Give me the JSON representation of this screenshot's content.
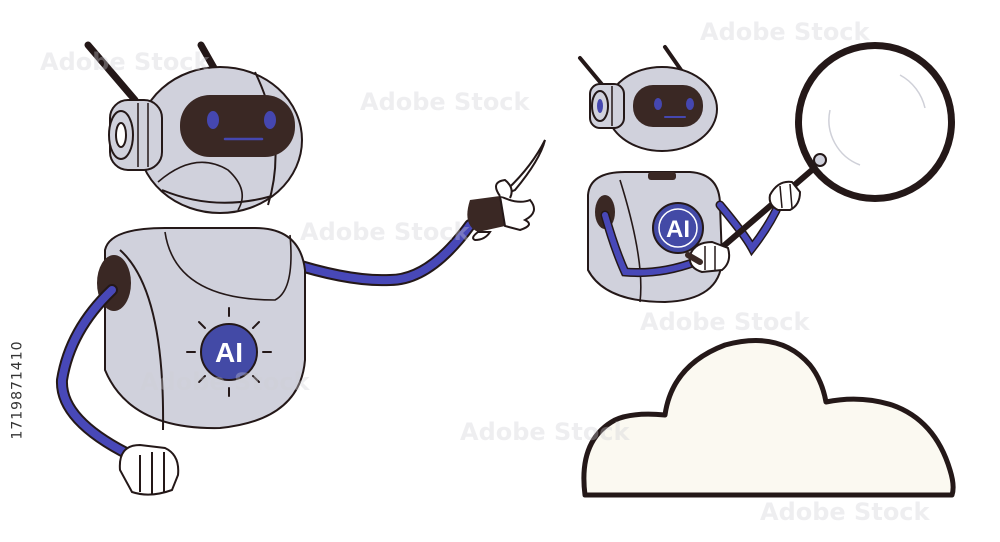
{
  "image": {
    "chip_text_left": "AI",
    "chip_text_right": "AI",
    "side_id": "1719871410",
    "watermark": "Adobe Stock"
  },
  "palette": {
    "body_gray": "#d0d1dc",
    "outline": "#241818",
    "arm_blue": "#4848b8",
    "chip_blue": "#434aa6",
    "visor": "#3a2824",
    "eye": "#4547b0",
    "cloud_fill": "#fbf9f1",
    "glass_fill": "#ffffff"
  },
  "icons": [
    "robot-figure",
    "magnifier-icon",
    "cloud-icon",
    "ai-chip-icon"
  ]
}
